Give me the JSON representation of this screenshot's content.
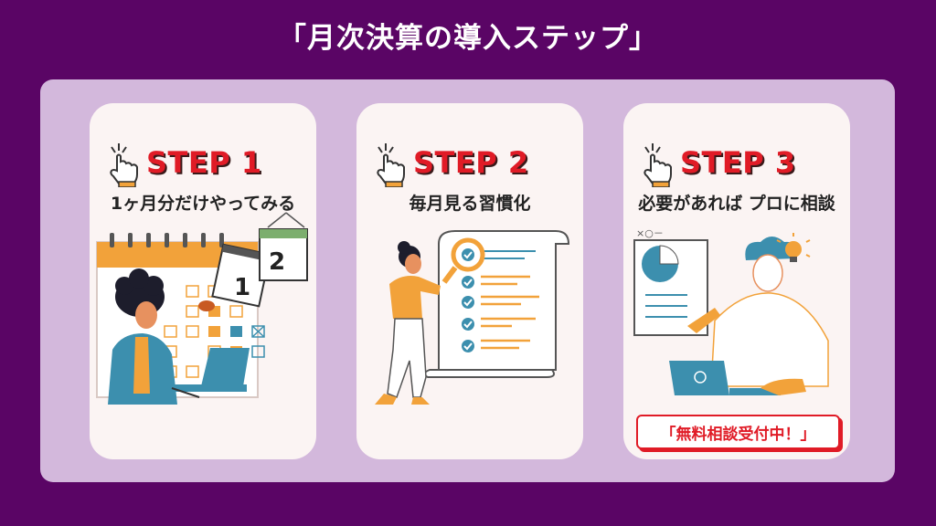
{
  "title": "「月次決算の導入ステップ」",
  "steps": [
    {
      "label": "STEP 1",
      "subtitle": "1ヶ月分だけやってみる",
      "calendar_numbers": [
        "1",
        "2"
      ]
    },
    {
      "label": "STEP 2",
      "subtitle": "毎月見る習慣化"
    },
    {
      "label": "STEP 3",
      "subtitle": "必要があれば プロに相談",
      "cta": "「無料相談受付中！」",
      "chart_glyphs": "×○－"
    }
  ],
  "colors": {
    "background": "#5a0565",
    "panel": "#d3b8dc",
    "card": "#fbf4f3",
    "accent_red": "#e01b26",
    "orange": "#f2a23a",
    "teal": "#3c8fae"
  }
}
